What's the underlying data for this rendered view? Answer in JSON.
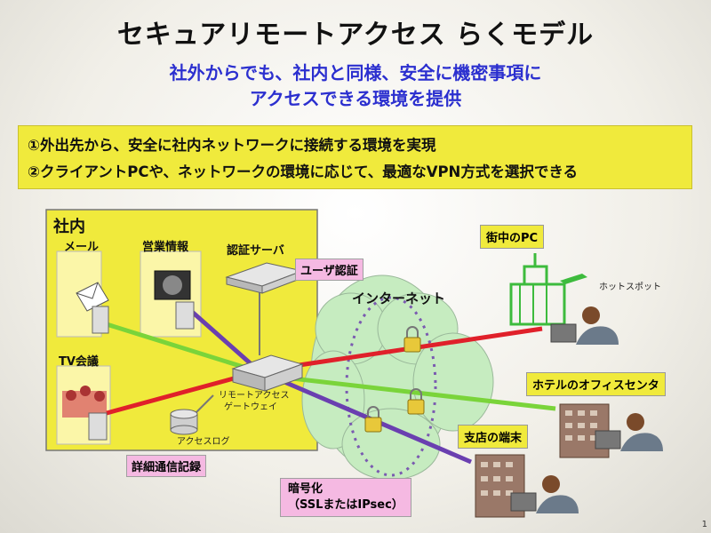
{
  "title": "セキュアリモートアクセス らくモデル",
  "subtitle": {
    "line1": "社外からでも、社内と同様、安全に機密事項に",
    "line2": "アクセスできる環境を提供"
  },
  "bullets": [
    "①外出先から、安全に社内ネットワークに接続する環境を実現",
    "②クライアントPCや、ネットワークの環境に応じて、最適なVPN方式を選択できる"
  ],
  "diagram": {
    "office_label": "社内",
    "mail_label": "メール",
    "sales_label": "営業情報",
    "tv_label": "TV会議",
    "auth_server_label": "認証サーバ",
    "user_auth_tag": "ユーザ認証",
    "gateway_label_1": "リモートアクセス",
    "gateway_label_2": "ゲートウェイ",
    "log_label": "アクセスログ",
    "log_tag": "詳細通信記録",
    "internet_label": "インターネット",
    "encryption_tag_1": "暗号化",
    "encryption_tag_2": "（SSLまたはIPsec）",
    "pc_in_town": "街中のPC",
    "hotspot": "ホットスポット",
    "hotel_office": "ホテルのオフィスセンタ",
    "branch_terminal": "支店の端末"
  },
  "page_number": "1",
  "colors": {
    "yellow": "#f0ea3c",
    "pink_tag": "#f5b9e2",
    "subtitle_blue": "#2b2fcf",
    "line_red": "#e0202a",
    "line_green": "#7ad43a",
    "line_purple": "#6a3fb0",
    "cloud_green": "#c6ecc0"
  }
}
